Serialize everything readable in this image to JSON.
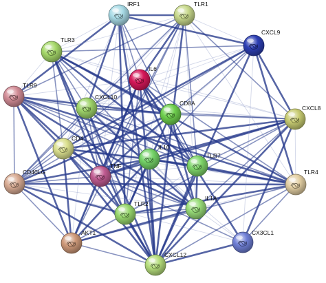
{
  "network": {
    "nodes": [
      {
        "id": "IRF1",
        "color": "#a8dbe6"
      },
      {
        "id": "TLR1",
        "color": "#c8d98c"
      },
      {
        "id": "TLR3",
        "color": "#a6d96a"
      },
      {
        "id": "CXCL9",
        "color": "#2d3fb4"
      },
      {
        "id": "IL6",
        "color": "#d7185a"
      },
      {
        "id": "TLR9",
        "color": "#d28c96"
      },
      {
        "id": "CXCL10",
        "color": "#9fd46a"
      },
      {
        "id": "CD8A",
        "color": "#6fd14e"
      },
      {
        "id": "CXCL8",
        "color": "#c8cc72"
      },
      {
        "id": "CD4",
        "color": "#dbe08e"
      },
      {
        "id": "IL10",
        "color": "#75d468"
      },
      {
        "id": "TLR7",
        "color": "#7fd66a"
      },
      {
        "id": "TNF",
        "color": "#c15c92"
      },
      {
        "id": "TLR4",
        "color": "#e3cfa3"
      },
      {
        "id": "CD40LG",
        "color": "#d8ab93"
      },
      {
        "id": "TLR2",
        "color": "#98d86e"
      },
      {
        "id": "IL1A",
        "color": "#98dc78"
      },
      {
        "id": "AKT1",
        "color": "#cf9a7a"
      },
      {
        "id": "CX3CL1",
        "color": "#6f7fd6"
      },
      {
        "id": "CXCL12",
        "color": "#b6de7c"
      }
    ],
    "edges": [
      [
        "IL6",
        "TNF"
      ],
      [
        "IL6",
        "IL10"
      ],
      [
        "IL6",
        "CXCL8"
      ],
      [
        "IL6",
        "CD4"
      ],
      [
        "IL6",
        "TLR4"
      ],
      [
        "IL6",
        "TLR2"
      ],
      [
        "IL6",
        "CXCL10"
      ],
      [
        "IL6",
        "IL1A"
      ],
      [
        "IL6",
        "AKT1"
      ],
      [
        "IL6",
        "CXCL12"
      ],
      [
        "IL6",
        "CD8A"
      ],
      [
        "IL6",
        "TLR9"
      ],
      [
        "IL6",
        "TLR3"
      ],
      [
        "IL6",
        "CXCL9"
      ],
      [
        "IL6",
        "IRF1"
      ],
      [
        "IL6",
        "TLR7"
      ],
      [
        "IL6",
        "CD40LG"
      ],
      [
        "IL6",
        "CX3CL1"
      ],
      [
        "IL6",
        "TLR1"
      ],
      [
        "TNF",
        "IL10"
      ],
      [
        "TNF",
        "CXCL8"
      ],
      [
        "TNF",
        "CD4"
      ],
      [
        "TNF",
        "TLR4"
      ],
      [
        "TNF",
        "TLR2"
      ],
      [
        "TNF",
        "CXCL10"
      ],
      [
        "TNF",
        "IL1A"
      ],
      [
        "TNF",
        "AKT1"
      ],
      [
        "TNF",
        "CXCL12"
      ],
      [
        "TNF",
        "CD8A"
      ],
      [
        "TNF",
        "TLR9"
      ],
      [
        "TNF",
        "TLR3"
      ],
      [
        "TNF",
        "CXCL9"
      ],
      [
        "TNF",
        "IRF1"
      ],
      [
        "TNF",
        "TLR7"
      ],
      [
        "TNF",
        "CD40LG"
      ],
      [
        "TNF",
        "CX3CL1"
      ],
      [
        "TNF",
        "TLR1"
      ],
      [
        "IL10",
        "CXCL8"
      ],
      [
        "IL10",
        "CD4"
      ],
      [
        "IL10",
        "TLR4"
      ],
      [
        "IL10",
        "TLR2"
      ],
      [
        "IL10",
        "CXCL10"
      ],
      [
        "IL10",
        "IL1A"
      ],
      [
        "IL10",
        "CD8A"
      ],
      [
        "IL10",
        "TLR9"
      ],
      [
        "IL10",
        "TLR3"
      ],
      [
        "IL10",
        "CXCL9"
      ],
      [
        "IL10",
        "TLR7"
      ],
      [
        "IL10",
        "CD40LG"
      ],
      [
        "IL10",
        "CXCL12"
      ],
      [
        "IL10",
        "AKT1"
      ],
      [
        "IL10",
        "IRF1"
      ],
      [
        "IL10",
        "TLR1"
      ],
      [
        "CXCL8",
        "TLR4"
      ],
      [
        "CXCL8",
        "TLR2"
      ],
      [
        "CXCL8",
        "CXCL10"
      ],
      [
        "CXCL8",
        "IL1A"
      ],
      [
        "CXCL8",
        "CD4"
      ],
      [
        "CXCL8",
        "CXCL9"
      ],
      [
        "CXCL8",
        "CXCL12"
      ],
      [
        "CXCL8",
        "CX3CL1"
      ],
      [
        "CXCL8",
        "TLR9"
      ],
      [
        "CXCL8",
        "TLR3"
      ],
      [
        "CXCL8",
        "AKT1"
      ],
      [
        "CXCL8",
        "TLR7"
      ],
      [
        "CXCL8",
        "CD8A"
      ],
      [
        "CXCL8",
        "TLR1"
      ],
      [
        "TLR4",
        "TLR2"
      ],
      [
        "TLR4",
        "TLR9"
      ],
      [
        "TLR4",
        "TLR3"
      ],
      [
        "TLR4",
        "TLR7"
      ],
      [
        "TLR4",
        "TLR1"
      ],
      [
        "TLR4",
        "CD4"
      ],
      [
        "TLR4",
        "IL1A"
      ],
      [
        "TLR4",
        "AKT1"
      ],
      [
        "TLR4",
        "CXCL10"
      ],
      [
        "TLR4",
        "CXCL12"
      ],
      [
        "TLR4",
        "CXCL9"
      ],
      [
        "TLR4",
        "CD40LG"
      ],
      [
        "TLR2",
        "TLR9"
      ],
      [
        "TLR2",
        "TLR3"
      ],
      [
        "TLR2",
        "TLR7"
      ],
      [
        "TLR2",
        "TLR1"
      ],
      [
        "TLR2",
        "CD4"
      ],
      [
        "TLR2",
        "IL1A"
      ],
      [
        "TLR2",
        "AKT1"
      ],
      [
        "TLR2",
        "CXCL10"
      ],
      [
        "TLR2",
        "CXCL12"
      ],
      [
        "TLR2",
        "CD8A"
      ],
      [
        "TLR2",
        "CD40LG"
      ],
      [
        "TLR2",
        "IRF1"
      ],
      [
        "CD4",
        "CD8A"
      ],
      [
        "CD4",
        "CXCL10"
      ],
      [
        "CD4",
        "TLR9"
      ],
      [
        "CD4",
        "TLR3"
      ],
      [
        "CD4",
        "TLR7"
      ],
      [
        "CD4",
        "CD40LG"
      ],
      [
        "CD4",
        "AKT1"
      ],
      [
        "CD4",
        "IL1A"
      ],
      [
        "CD4",
        "CXCL12"
      ],
      [
        "CD4",
        "CXCL9"
      ],
      [
        "CD4",
        "IRF1"
      ],
      [
        "CD4",
        "TLR1"
      ],
      [
        "CXCL10",
        "CXCL9"
      ],
      [
        "CXCL10",
        "CD8A"
      ],
      [
        "CXCL10",
        "TLR3"
      ],
      [
        "CXCL10",
        "TLR9"
      ],
      [
        "CXCL10",
        "TLR7"
      ],
      [
        "CXCL10",
        "IRF1"
      ],
      [
        "CXCL10",
        "IL1A"
      ],
      [
        "CXCL10",
        "CXCL12"
      ],
      [
        "CXCL10",
        "CX3CL1"
      ],
      [
        "CXCL10",
        "AKT1"
      ],
      [
        "CXCL10",
        "TLR1"
      ],
      [
        "CXCL10",
        "CD40LG"
      ],
      [
        "CD8A",
        "CXCL9"
      ],
      [
        "CD8A",
        "TLR7"
      ],
      [
        "CD8A",
        "TLR9"
      ],
      [
        "CD8A",
        "CD40LG"
      ],
      [
        "CD8A",
        "IL1A"
      ],
      [
        "CD8A",
        "TLR3"
      ],
      [
        "CD8A",
        "IRF1"
      ],
      [
        "CD8A",
        "CXCL12"
      ],
      [
        "TLR9",
        "TLR3"
      ],
      [
        "TLR9",
        "TLR7"
      ],
      [
        "TLR9",
        "TLR1"
      ],
      [
        "TLR9",
        "CD40LG"
      ],
      [
        "TLR9",
        "IRF1"
      ],
      [
        "TLR9",
        "IL1A"
      ],
      [
        "TLR9",
        "AKT1"
      ],
      [
        "TLR3",
        "TLR7"
      ],
      [
        "TLR3",
        "TLR1"
      ],
      [
        "TLR3",
        "IRF1"
      ],
      [
        "TLR3",
        "IL1A"
      ],
      [
        "TLR3",
        "CXCL9"
      ],
      [
        "TLR7",
        "TLR1"
      ],
      [
        "TLR7",
        "IRF1"
      ],
      [
        "TLR7",
        "IL1A"
      ],
      [
        "TLR7",
        "CXCL12"
      ],
      [
        "IL1A",
        "AKT1"
      ],
      [
        "IL1A",
        "CXCL12"
      ],
      [
        "IL1A",
        "CX3CL1"
      ],
      [
        "IL1A",
        "CD40LG"
      ],
      [
        "IL1A",
        "TLR1"
      ],
      [
        "AKT1",
        "CXCL12"
      ],
      [
        "AKT1",
        "CD40LG"
      ],
      [
        "AKT1",
        "TLR1"
      ],
      [
        "CXCL12",
        "CX3CL1"
      ],
      [
        "CXCL12",
        "CXCL9"
      ],
      [
        "CXCL12",
        "CD40LG"
      ],
      [
        "CXCL9",
        "IRF1"
      ],
      [
        "CXCL9",
        "CX3CL1"
      ],
      [
        "CXCL9",
        "TLR1"
      ],
      [
        "CX3CL1",
        "CD40LG"
      ],
      [
        "CX3CL1",
        "TLR4"
      ],
      [
        "CD40LG",
        "TLR1"
      ],
      [
        "CD40LG",
        "CXCL9"
      ],
      [
        "IRF1",
        "TLR1"
      ],
      [
        "IRF1",
        "CXCL12"
      ],
      [
        "TLR1",
        "CXCL12"
      ]
    ]
  }
}
